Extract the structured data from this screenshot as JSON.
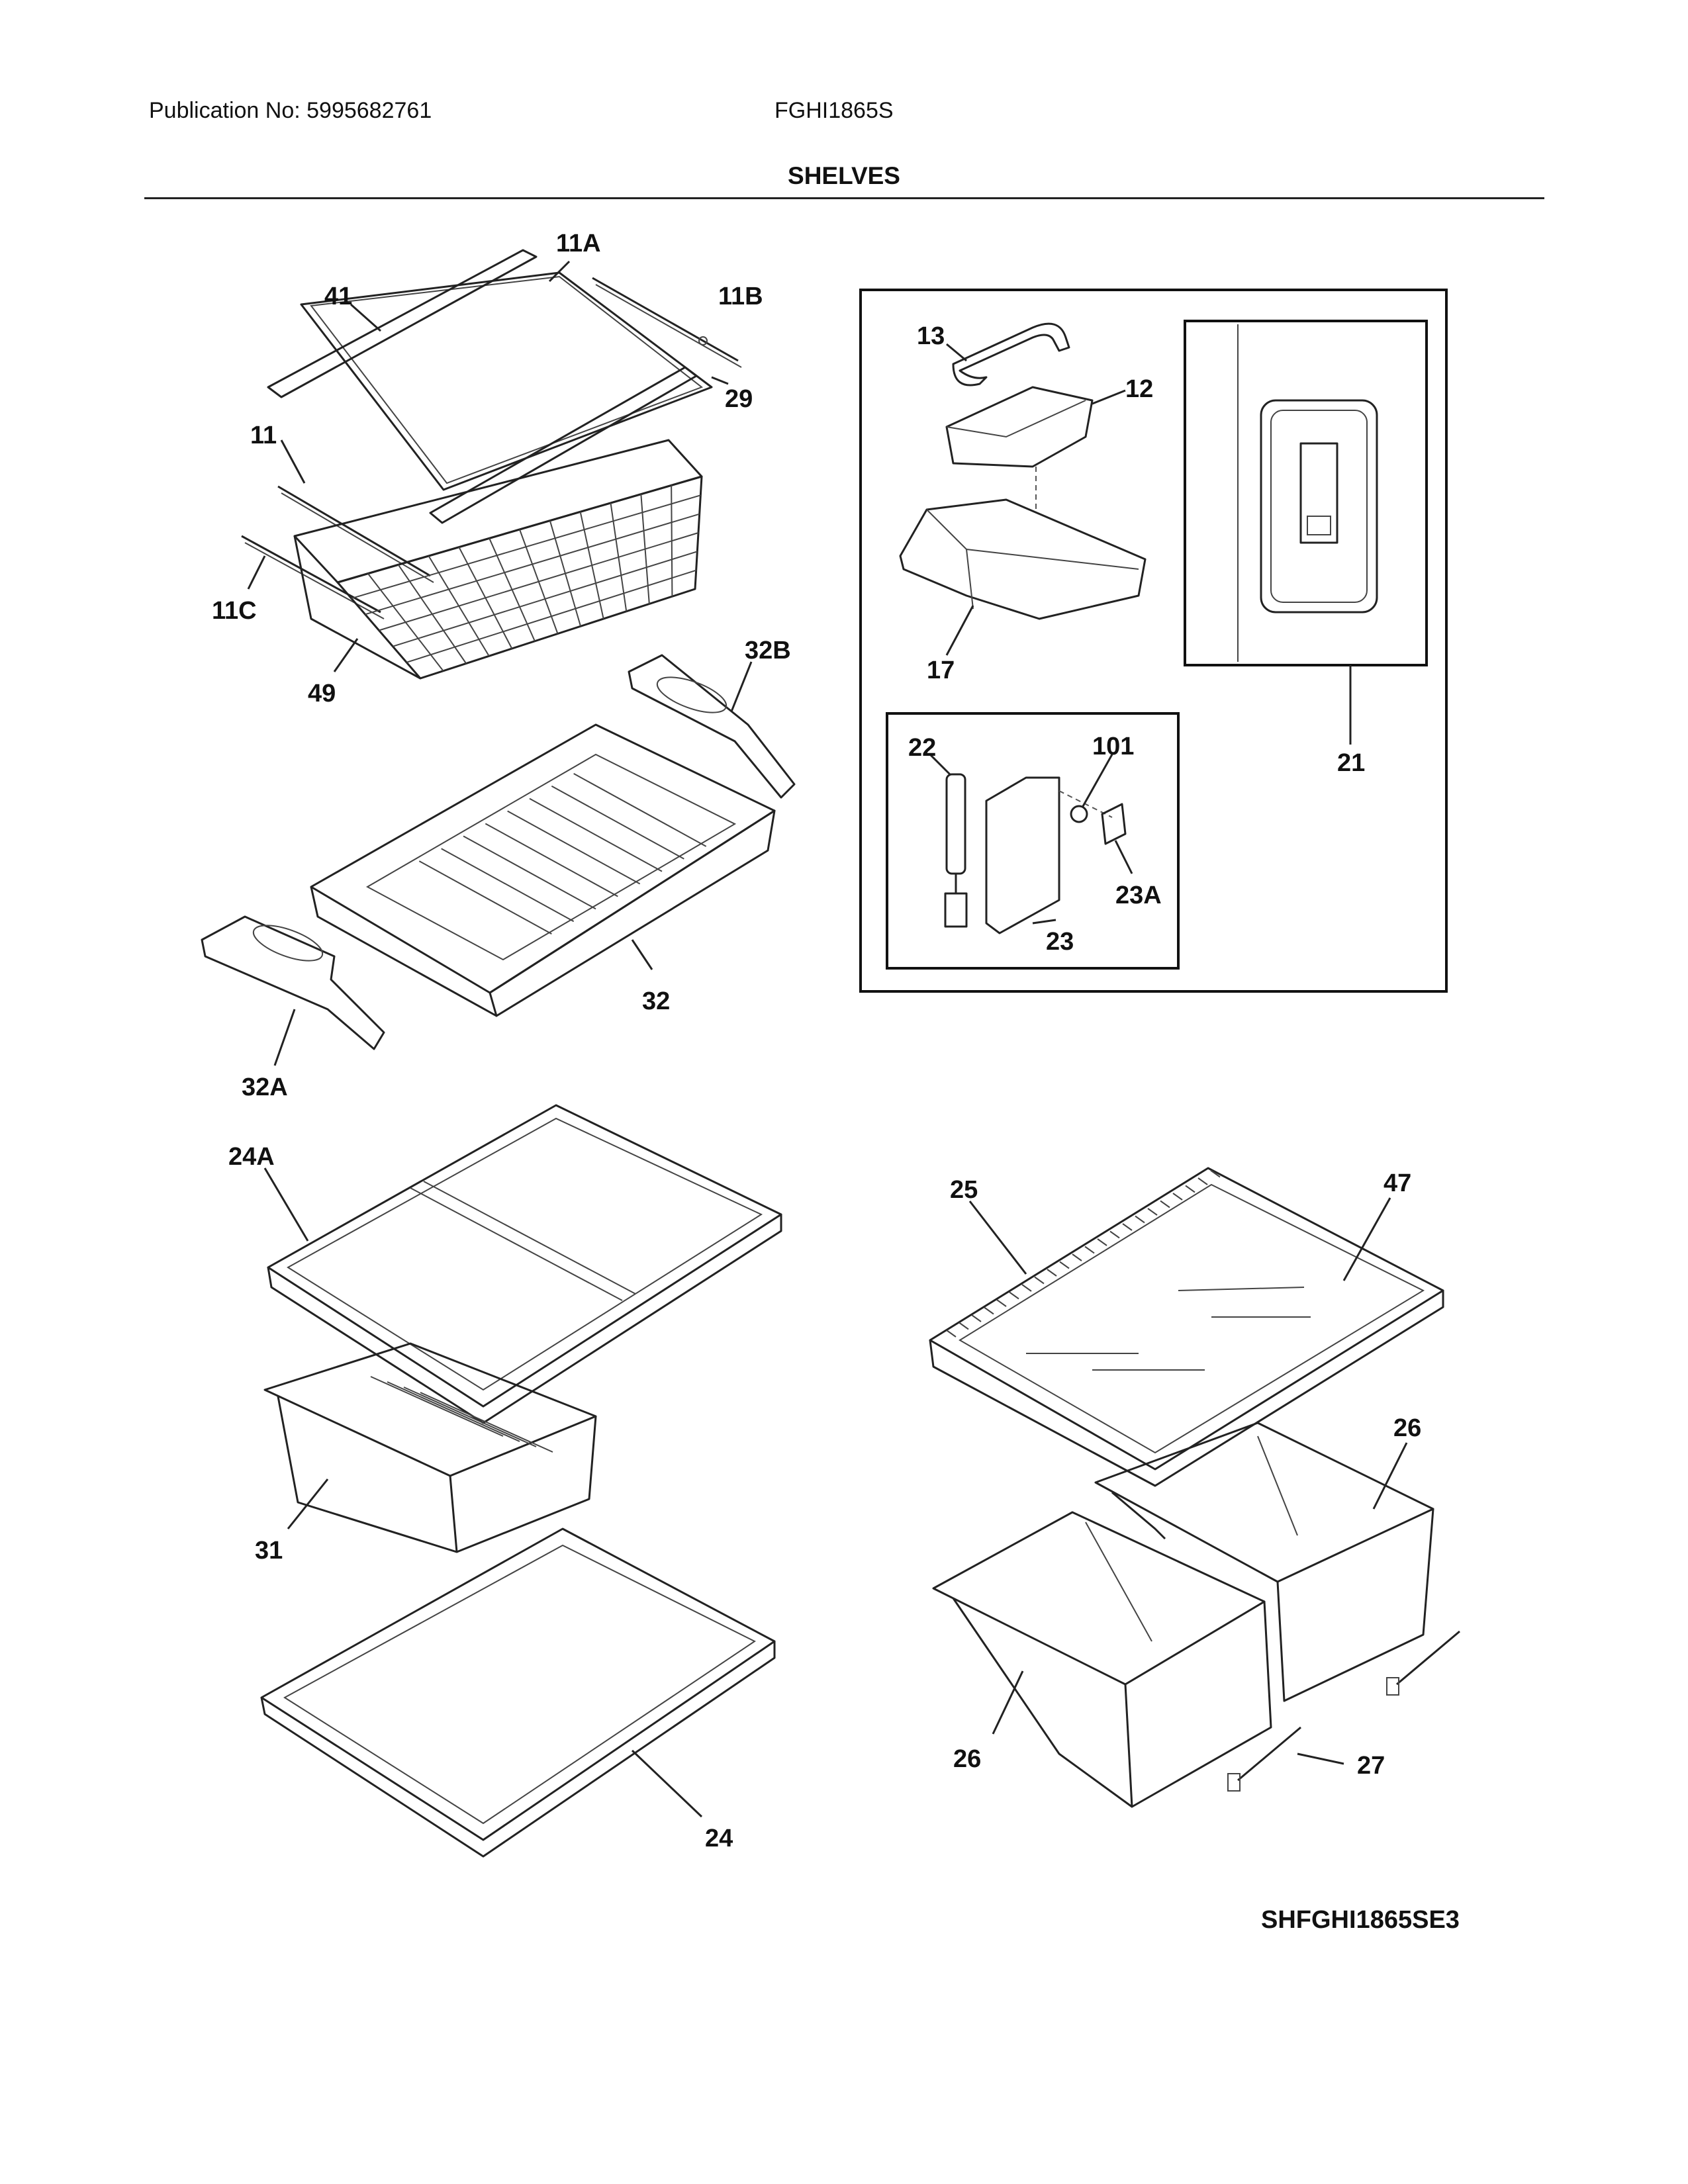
{
  "header": {
    "publication": "Publication No: 5995682761",
    "model": "FGHI1865S",
    "section_title": "SHELVES"
  },
  "footer": {
    "figure_id": "SHFGHI1865SE3"
  },
  "callouts": [
    {
      "key": "41",
      "label": "41"
    },
    {
      "key": "11A",
      "label": "11A"
    },
    {
      "key": "11B",
      "label": "11B"
    },
    {
      "key": "29",
      "label": "29"
    },
    {
      "key": "11",
      "label": "11"
    },
    {
      "key": "11C",
      "label": "11C"
    },
    {
      "key": "49",
      "label": "49"
    },
    {
      "key": "32B",
      "label": "32B"
    },
    {
      "key": "32",
      "label": "32"
    },
    {
      "key": "32A",
      "label": "32A"
    },
    {
      "key": "13",
      "label": "13"
    },
    {
      "key": "12",
      "label": "12"
    },
    {
      "key": "17",
      "label": "17"
    },
    {
      "key": "21",
      "label": "21"
    },
    {
      "key": "22",
      "label": "22"
    },
    {
      "key": "101",
      "label": "101"
    },
    {
      "key": "23A",
      "label": "23A"
    },
    {
      "key": "23",
      "label": "23"
    },
    {
      "key": "24A",
      "label": "24A"
    },
    {
      "key": "31",
      "label": "31"
    },
    {
      "key": "24",
      "label": "24"
    },
    {
      "key": "25",
      "label": "25"
    },
    {
      "key": "47",
      "label": "47"
    },
    {
      "key": "26a",
      "label": "26"
    },
    {
      "key": "26b",
      "label": "26"
    },
    {
      "key": "27",
      "label": "27"
    }
  ]
}
